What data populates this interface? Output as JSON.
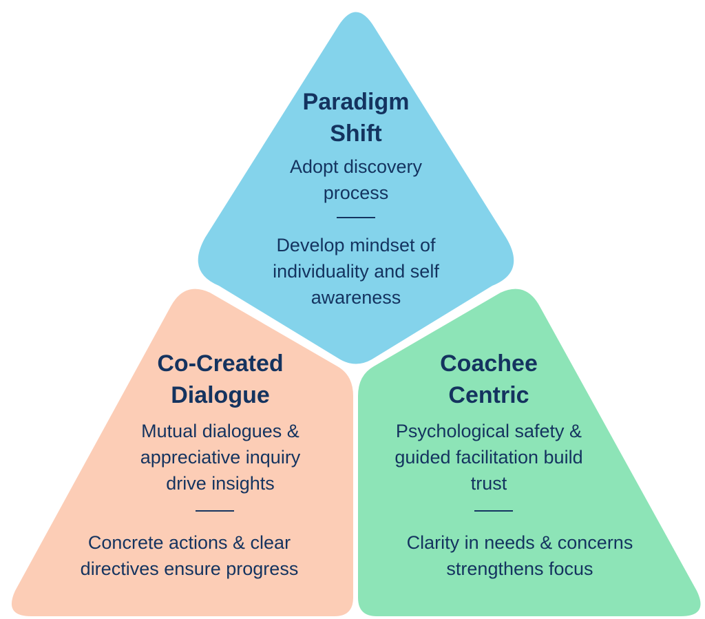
{
  "colors": {
    "paradigm_fill": "#84D3EB",
    "cocreated_fill": "#FCCDB6",
    "coachee_fill": "#8DE4B7",
    "text": "#14335F",
    "background": "#FFFFFF"
  },
  "sections": {
    "paradigm": {
      "title_line1": "Paradigm",
      "title_line2": "Shift",
      "point1_lines": [
        "Adopt discovery",
        "process"
      ],
      "point2_lines": [
        "Develop mindset of",
        "individuality and self",
        "awareness"
      ]
    },
    "cocreated": {
      "title_line1": "Co-Created",
      "title_line2": "Dialogue",
      "point1_lines": [
        "Mutual dialogues &",
        "appreciative inquiry",
        "drive insights"
      ],
      "point2_lines": [
        "Concrete actions & clear",
        "directives ensure progress"
      ]
    },
    "coachee": {
      "title_line1": "Coachee",
      "title_line2": "Centric",
      "point1_lines": [
        "Psychological safety &",
        "guided facilitation build",
        "trust"
      ],
      "point2_lines": [
        "Clarity in needs & concerns",
        "strengthens focus"
      ]
    }
  }
}
